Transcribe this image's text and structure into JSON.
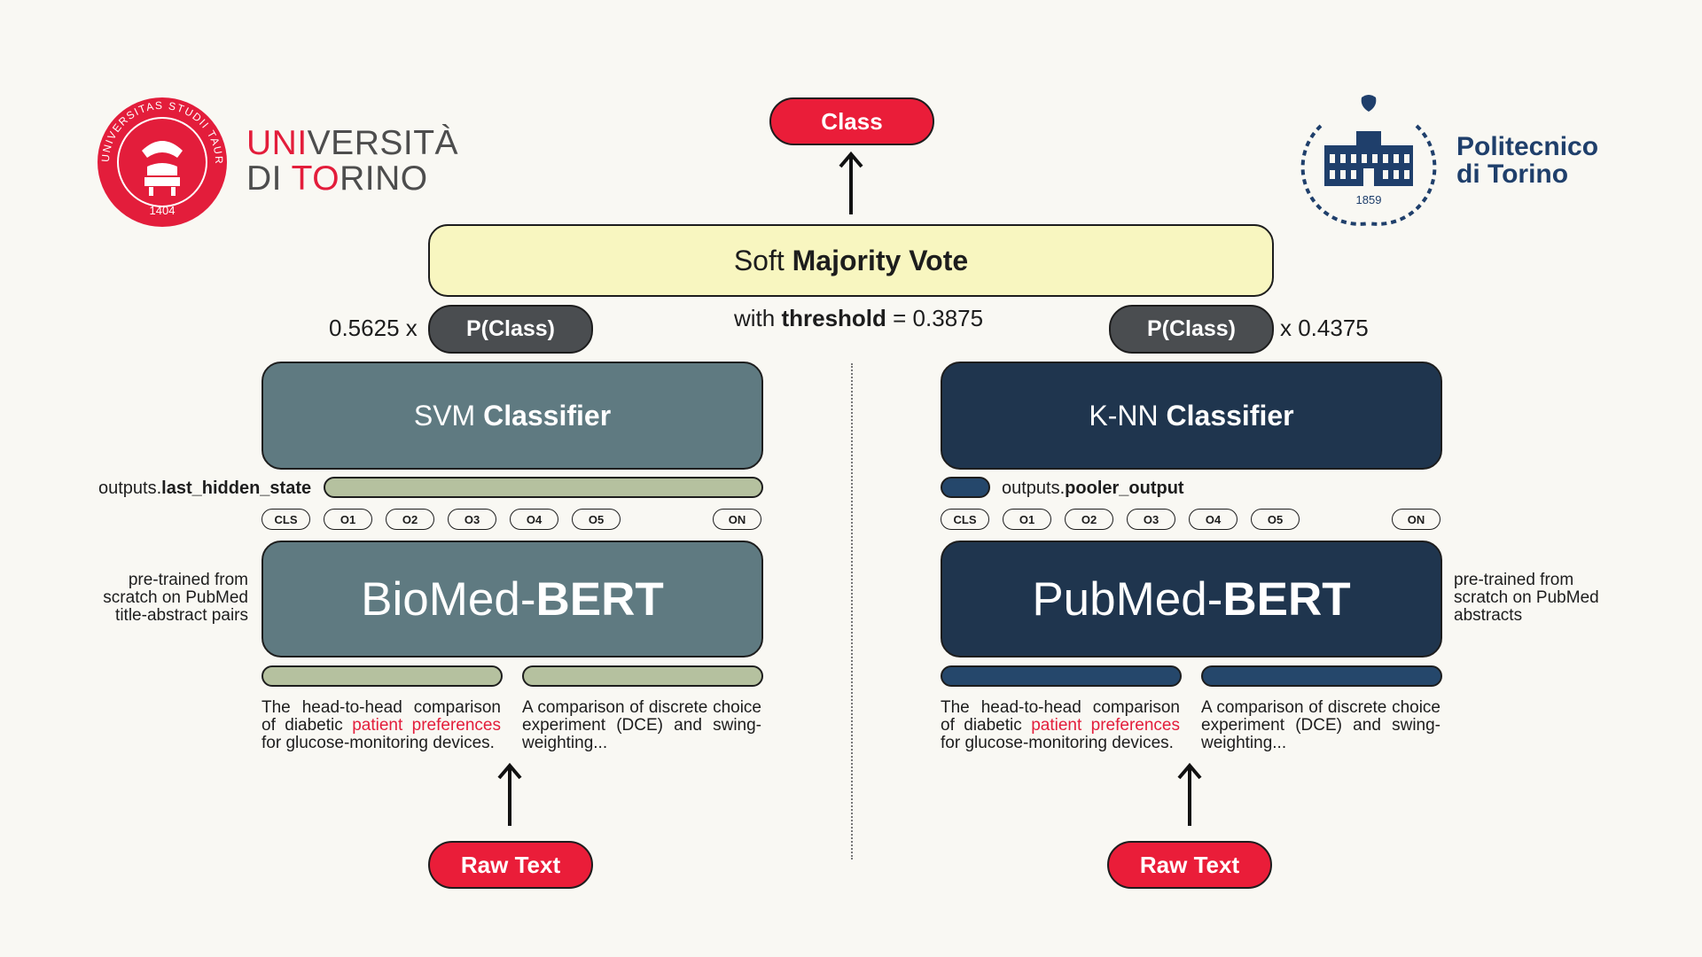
{
  "logos": {
    "unito": {
      "seal_text_top": "UNIVERSITAS STUDII TAURINENSIS",
      "seal_year": "1404",
      "name_red": "UNI",
      "name_rest": "VERSITÀ",
      "name_line2_a": "DI ",
      "name_line2_red": "TO",
      "name_line2_b": "RINO"
    },
    "polito": {
      "seal_year": "1859",
      "name_line1": "Politecnico",
      "name_line2": "di Torino"
    }
  },
  "output": {
    "label": "Class"
  },
  "vote": {
    "soft": "Soft ",
    "bold": "Majority Vote",
    "threshold_prefix": "with ",
    "threshold_bold": "threshold",
    "threshold_suffix": " = 0.3875"
  },
  "left": {
    "weight": "0.5625 x",
    "prob_label": "P(Class)",
    "classifier_light": "SVM ",
    "classifier_bold": "Classifier",
    "output_prefix": "outputs.",
    "output_bold": "last_hidden_state",
    "tokens": [
      "CLS",
      "O1",
      "O2",
      "O3",
      "O4",
      "O5",
      "ON"
    ],
    "model_light": "BioMed-",
    "model_bold": "BERT",
    "note_lines": [
      "pre-trained from",
      "scratch on PubMed",
      "title-abstract pairs"
    ],
    "input_a": {
      "pre": "The head-to-head comparison of diabetic ",
      "highlight": "patient preferences",
      "post": " for glucose-monitoring devices."
    },
    "input_b": "A comparison of discrete choice experiment (DCE) and swing-weighting...",
    "raw_label": "Raw Text"
  },
  "right": {
    "weight": "x 0.4375",
    "prob_label": "P(Class)",
    "classifier_light": "K-NN ",
    "classifier_bold": "Classifier",
    "output_prefix": "outputs.",
    "output_bold": "pooler_output",
    "tokens": [
      "CLS",
      "O1",
      "O2",
      "O3",
      "O4",
      "O5",
      "ON"
    ],
    "model_light": "PubMed-",
    "model_bold": "BERT",
    "note_lines": [
      "pre-trained from",
      "scratch on PubMed",
      "abstracts"
    ],
    "input_a": {
      "pre": "The head-to-head comparison of diabetic ",
      "highlight": "patient preferences",
      "post": " for glucose-monitoring devices."
    },
    "input_b": "A comparison of discrete choice experiment (DCE) and swing-weighting...",
    "raw_label": "Raw Text"
  },
  "colors": {
    "red": "#ea1d39",
    "svm_teal": "#5f7a81",
    "knn_navy": "#1f354e",
    "vote_yellow": "#f8f6c0",
    "bar_green": "#b5c19f",
    "bar_navy": "#25476b",
    "prob_gray": "#4a4d50"
  }
}
